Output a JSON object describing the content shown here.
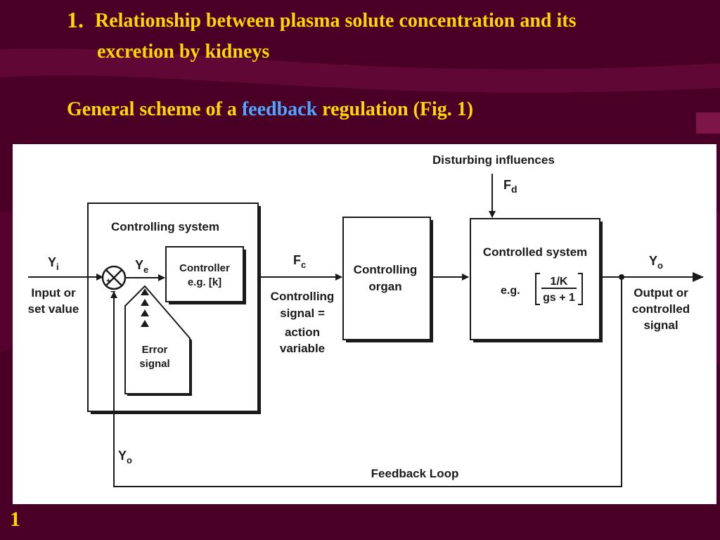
{
  "slide": {
    "title_number": "1.",
    "title_line1": "Relationship between plasma solute concentration and its",
    "title_line2": "excretion by kidneys",
    "subtitle_pre": "General scheme of a ",
    "subtitle_highlight": "feedback",
    "subtitle_post": " regulation (Fig. 1)",
    "page_number": "1",
    "colors": {
      "background": "#4a0026",
      "title": "#ffd700",
      "highlight": "#4da6ff"
    }
  },
  "diagram": {
    "disturbing_influences": "Disturbing influences",
    "fd_main": "F",
    "fd_sub": "d",
    "controlling_system": "Controlling system",
    "controller_line1": "Controller",
    "controller_line2": "e.g. [k]",
    "yi_main": "Y",
    "yi_sub": "i",
    "input_line1": "Input or",
    "input_line2": "set value",
    "ye_main": "Y",
    "ye_sub": "e",
    "plus_sign": "+",
    "minus_sign": "−",
    "error_line1": "Error",
    "error_line2": "signal",
    "fc_main": "F",
    "fc_sub": "c",
    "signal_line1": "Controlling",
    "signal_line2": "signal  =",
    "signal_line3": "action",
    "signal_line4": "variable",
    "organ_line1": "Controlling",
    "organ_line2": "organ",
    "controlled_system": "Controlled system",
    "eg_label": "e.g.",
    "tf_numerator": "1/K",
    "tf_denominator": "gs + 1",
    "yo_main": "Y",
    "yo_sub": "o",
    "output_line1": "Output or",
    "output_line2": "controlled",
    "output_line3": "signal",
    "yo_feedback_main": "Y",
    "yo_feedback_sub": "o",
    "feedback_loop": "Feedback Loop"
  }
}
